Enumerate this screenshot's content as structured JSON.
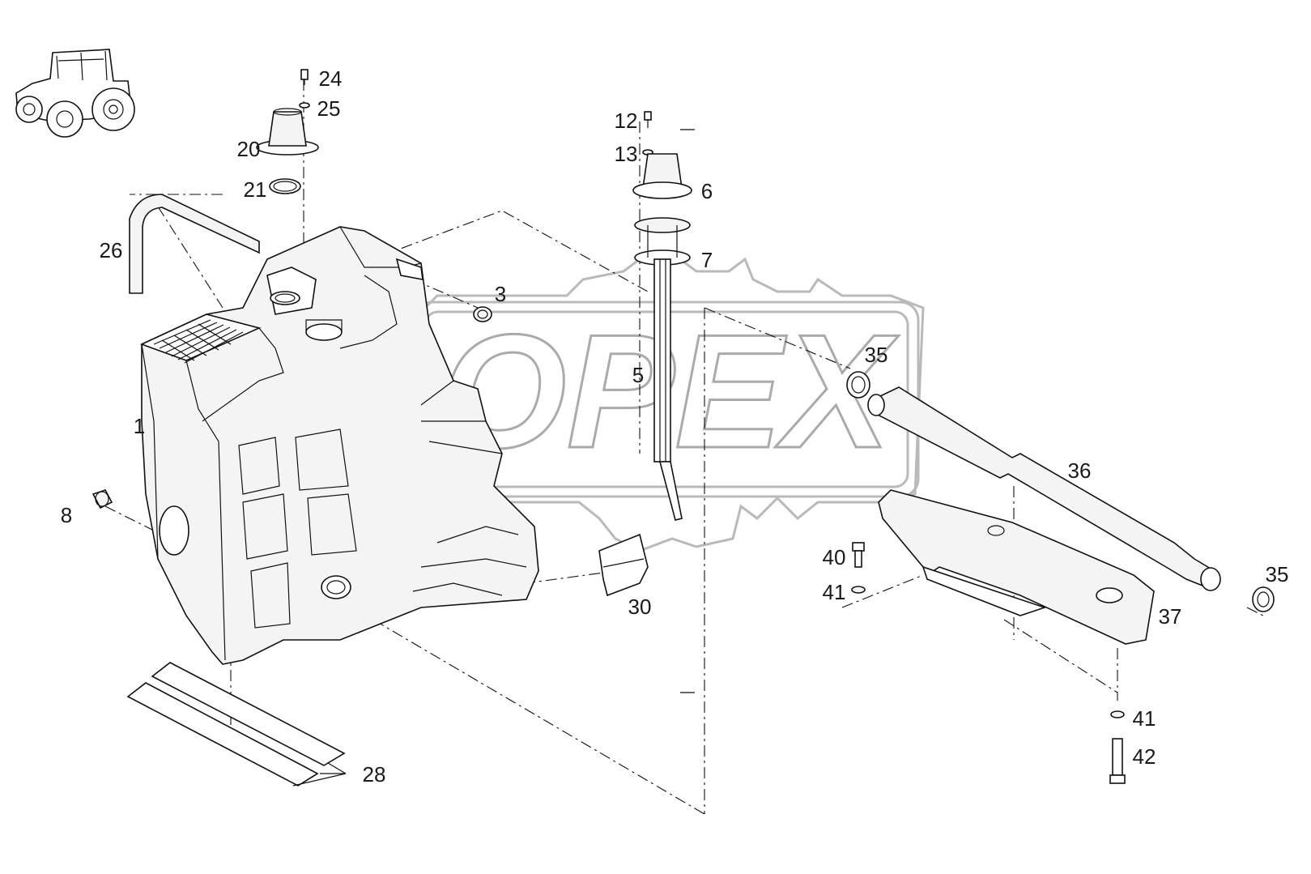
{
  "watermark": {
    "text": "OPEX",
    "color": "#c4c4c4"
  },
  "diagram": {
    "line_color": "#111111",
    "background": "#ffffff",
    "icon": "tractor-icon"
  },
  "callouts": [
    {
      "id": "c1",
      "text": "1"
    },
    {
      "id": "c3",
      "text": "3"
    },
    {
      "id": "c5",
      "text": "5"
    },
    {
      "id": "c6",
      "text": "6"
    },
    {
      "id": "c7",
      "text": "7"
    },
    {
      "id": "c8",
      "text": "8"
    },
    {
      "id": "c12",
      "text": "12"
    },
    {
      "id": "c13",
      "text": "13"
    },
    {
      "id": "c20",
      "text": "20"
    },
    {
      "id": "c21",
      "text": "21"
    },
    {
      "id": "c24",
      "text": "24"
    },
    {
      "id": "c25",
      "text": "25"
    },
    {
      "id": "c26",
      "text": "26"
    },
    {
      "id": "c28",
      "text": "28"
    },
    {
      "id": "c30",
      "text": "30"
    },
    {
      "id": "c35a",
      "text": "35"
    },
    {
      "id": "c35b",
      "text": "35"
    },
    {
      "id": "c36",
      "text": "36"
    },
    {
      "id": "c37",
      "text": "37"
    },
    {
      "id": "c40",
      "text": "40"
    },
    {
      "id": "c41a",
      "text": "41"
    },
    {
      "id": "c41b",
      "text": "41"
    },
    {
      "id": "c42",
      "text": "42"
    }
  ]
}
